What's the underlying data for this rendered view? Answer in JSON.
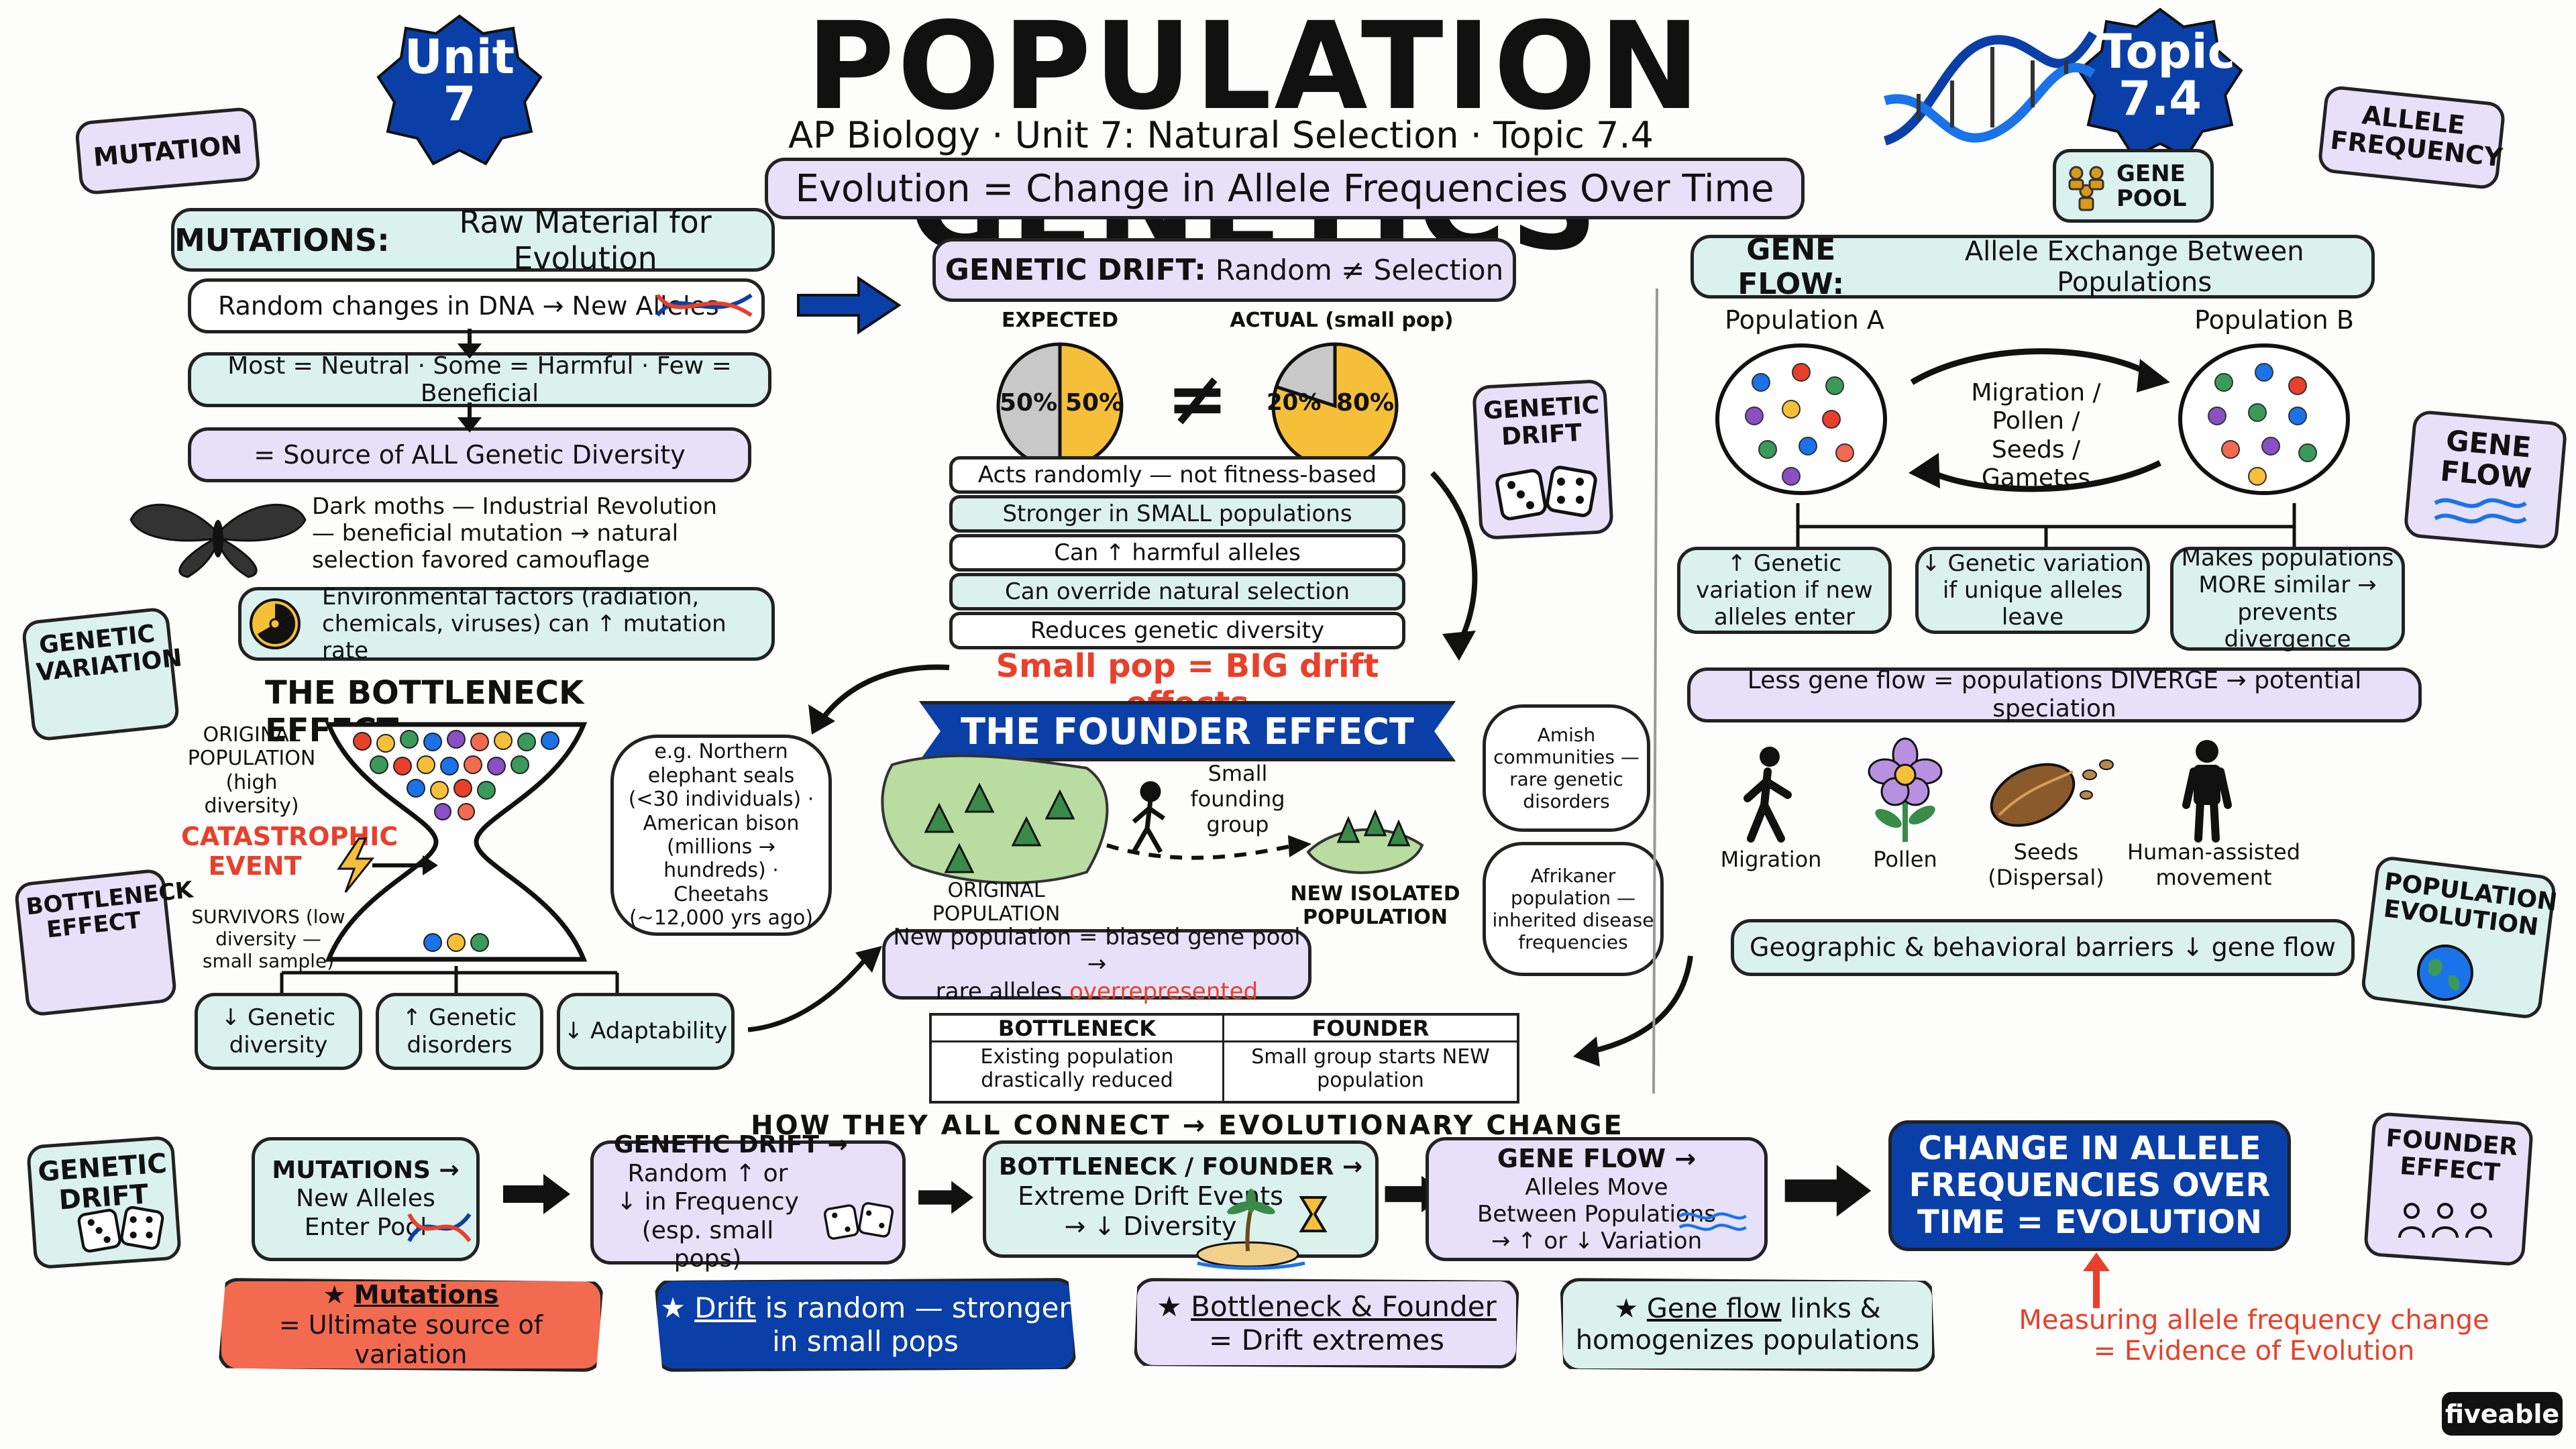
{
  "title": "POPULATION GENETICS",
  "subtitle": "AP Biology · Unit 7: Natural Selection · Topic 7.4",
  "tagline": "Evolution = Change in Allele Frequencies Over Time",
  "unit_badge": "Unit 7",
  "topic_badge": "Topic 7.4",
  "side_tags": {
    "mutation": "MUTATION",
    "allele_frequency": "ALLELE FREQUENCY",
    "gene_pool": "GENE POOL",
    "genetic_drift": "GENETIC DRIFT",
    "gene_flow": "GENE FLOW",
    "genetic_variation": "GENETIC VARIATION",
    "bottleneck_effect": "BOTTLENECK EFFECT",
    "population_evolution": "POPULATION EVOLUTION",
    "genetic_drift_bottom": "GENETIC DRIFT",
    "founder_effect": "FOUNDER EFFECT"
  },
  "mutations": {
    "title": "MUTATIONS:",
    "title_rest": "Raw Material for Evolution",
    "line1": "Random changes in DNA → New Alleles",
    "line2": "Most = Neutral · Some = Harmful · Few = Beneficial",
    "line3": "= Source of ALL Genetic Diversity",
    "moth_note": "Dark moths — Industrial Revolution — beneficial mutation → natural selection favored camouflage",
    "env_note": "Environmental factors (radiation, chemicals, viruses) can ↑ mutation rate"
  },
  "drift": {
    "title": "GENETIC DRIFT:",
    "title_rest": "Random ≠ Selection",
    "expected_label": "EXPECTED",
    "actual_label": "ACTUAL (small pop)",
    "expected_left": "50%",
    "expected_right": "50%",
    "actual_left": "20%",
    "actual_right": "80%",
    "neq": "≠",
    "facts": [
      "Acts randomly — not fitness-based",
      "Stronger in SMALL populations",
      "Can ↑ harmful alleles",
      "Can override natural selection",
      "Reduces genetic diversity"
    ],
    "big_effect": "Small pop = BIG drift effects"
  },
  "gene_flow": {
    "title": "GENE FLOW:",
    "title_rest": "Allele Exchange Between Populations",
    "pop_a": "Population A",
    "pop_b": "Population B",
    "migration": "Migration / Pollen / Seeds / Gametes",
    "effects": [
      "↑ Genetic variation if new alleles enter",
      "↓ Genetic variation if unique alleles leave",
      "Makes populations MORE similar → prevents divergence"
    ],
    "diverge": "Less gene flow = populations DIVERGE → potential speciation",
    "agents": [
      "Migration",
      "Pollen",
      "Seeds (Dispersal)",
      "Human-assisted movement"
    ],
    "barriers": "Geographic & behavioral barriers ↓ gene flow"
  },
  "bottleneck": {
    "title": "THE BOTTLENECK EFFECT",
    "original": "ORIGINAL POPULATION (high diversity)",
    "event": "CATASTROPHIC EVENT",
    "survivors": "SURVIVORS (low diversity — small sample)",
    "examples": "e.g. Northern elephant seals (<30 individuals) · American bison (millions → hundreds) · Cheetahs (~12,000 yrs ago)",
    "results": [
      "↓ Genetic diversity",
      "↑ Genetic disorders",
      "↓ Adaptability"
    ]
  },
  "founder": {
    "title": "THE FOUNDER EFFECT",
    "original": "ORIGINAL POPULATION",
    "group": "Small founding group",
    "new_pop": "NEW ISOLATED POPULATION",
    "amish": "Amish communities — rare genetic disorders",
    "afrikaner": "Afrikaner population — inherited disease frequencies",
    "biased_1": "New population = biased gene pool →",
    "biased_2": "rare alleles",
    "biased_3": "overrepresented"
  },
  "compare": {
    "h1": "BOTTLENECK",
    "h2": "FOUNDER",
    "c1": "Existing population drastically reduced",
    "c2": "Small group starts NEW population"
  },
  "connect": {
    "header": "HOW THEY ALL  CONNECT → EVOLUTIONARY CHANGE",
    "steps": [
      {
        "title": "MUTATIONS →",
        "body": "New Alleles Enter Pool"
      },
      {
        "title": "GENETIC DRIFT →",
        "body": "Random ↑ or ↓ in Frequency (esp. small pops)"
      },
      {
        "title": "BOTTLENECK / FOUNDER →",
        "body": "Extreme Drift Events → ↓ Diversity"
      },
      {
        "title": "GENE FLOW →",
        "body": "Alleles Move Between Populations → ↑ or ↓ Variation"
      }
    ],
    "result": "CHANGE IN ALLELE FREQUENCIES OVER TIME = EVOLUTION",
    "measure": "Measuring allele frequency change = Evidence of Evolution"
  },
  "takeaways": [
    {
      "key": "Mutations",
      "rest": "= Ultimate source of variation"
    },
    {
      "key": "Drift",
      "rest": "is random — stronger in small pops"
    },
    {
      "key": "Bottleneck & Founder",
      "rest": "= Drift extremes"
    },
    {
      "key": "Gene flow",
      "rest": "links & homogenizes populations"
    }
  ],
  "brand": "fiveable",
  "colors": {
    "navy": "#0b3fa8",
    "mint": "#daf1ee",
    "lavender": "#e6e0f8",
    "red": "#e8402a",
    "coral": "#f26a4f",
    "gold": "#f5bf3a"
  }
}
